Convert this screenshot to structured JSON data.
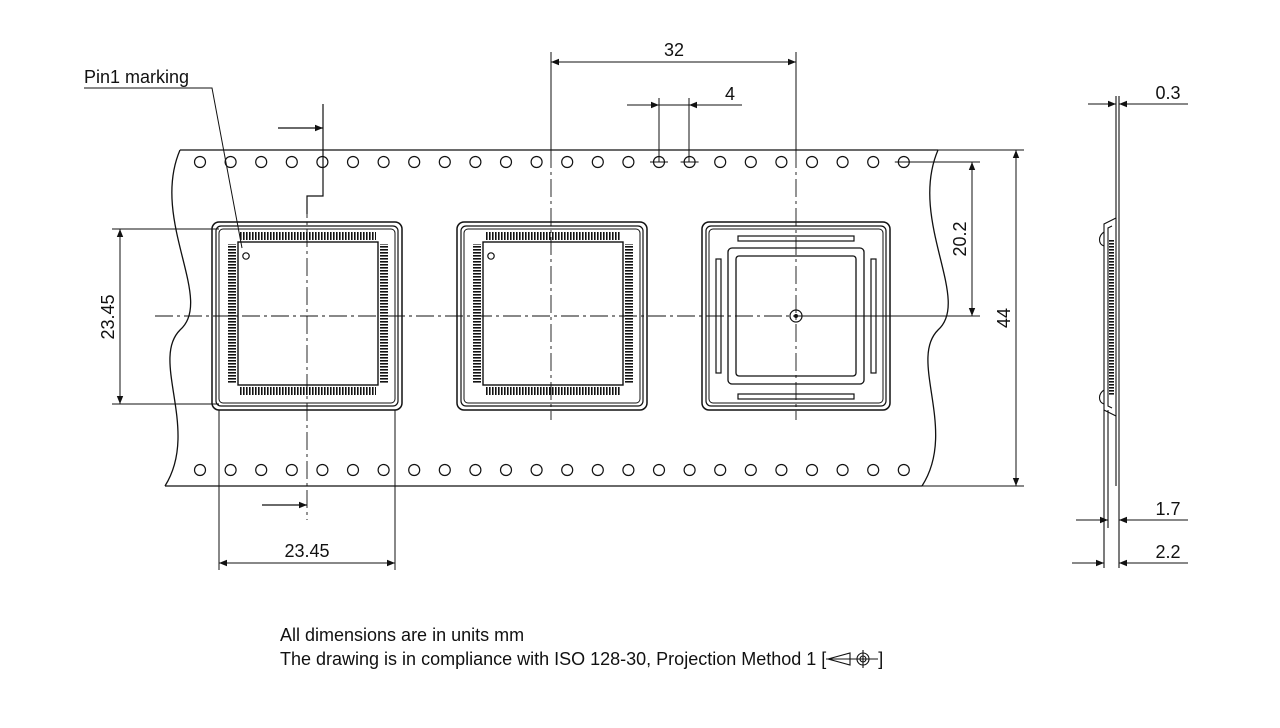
{
  "labels": {
    "pin1_marking": "Pin1 marking"
  },
  "dimensions": {
    "pitch_32": "32",
    "hole_pitch_4": "4",
    "tape_thickness": "0.3",
    "cavity_offset": "20.2",
    "tape_width": "44",
    "cavity_height": "23.45",
    "cavity_width": "23.45",
    "depth_1_7": "1.7",
    "depth_2_2": "2.2"
  },
  "notes": {
    "units": "All dimensions are in units mm",
    "compliance_prefix": "The drawing is in compliance with ISO 128-30, Projection Method 1 [",
    "compliance_suffix": "]"
  }
}
